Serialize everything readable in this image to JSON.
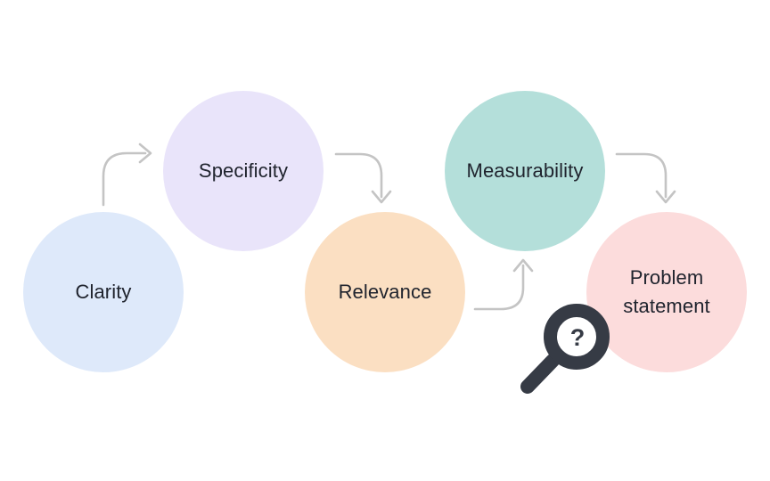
{
  "diagram": {
    "background_color": "#ffffff",
    "arrow_color": "#c4c4c4",
    "text_color": "#20242e",
    "nodes": [
      {
        "id": "clarity",
        "label": "Clarity",
        "color": "#dee9fa"
      },
      {
        "id": "specificity",
        "label": "Specificity",
        "color": "#e9e4fa"
      },
      {
        "id": "relevance",
        "label": "Relevance",
        "color": "#fbdfc2"
      },
      {
        "id": "measurability",
        "label": "Measurability",
        "color": "#b4dfda"
      },
      {
        "id": "problem-statement",
        "label": "Problem statement",
        "color": "#fcdcdc"
      }
    ],
    "connections": [
      {
        "from": "Clarity",
        "to": "Specificity"
      },
      {
        "from": "Specificity",
        "to": "Relevance"
      },
      {
        "from": "Relevance",
        "to": "Measurability"
      },
      {
        "from": "Measurability",
        "to": "Problem statement"
      }
    ],
    "magnifier": {
      "icon": "magnifying-glass-question-icon",
      "glyph": "?",
      "color": "#363b45"
    }
  }
}
